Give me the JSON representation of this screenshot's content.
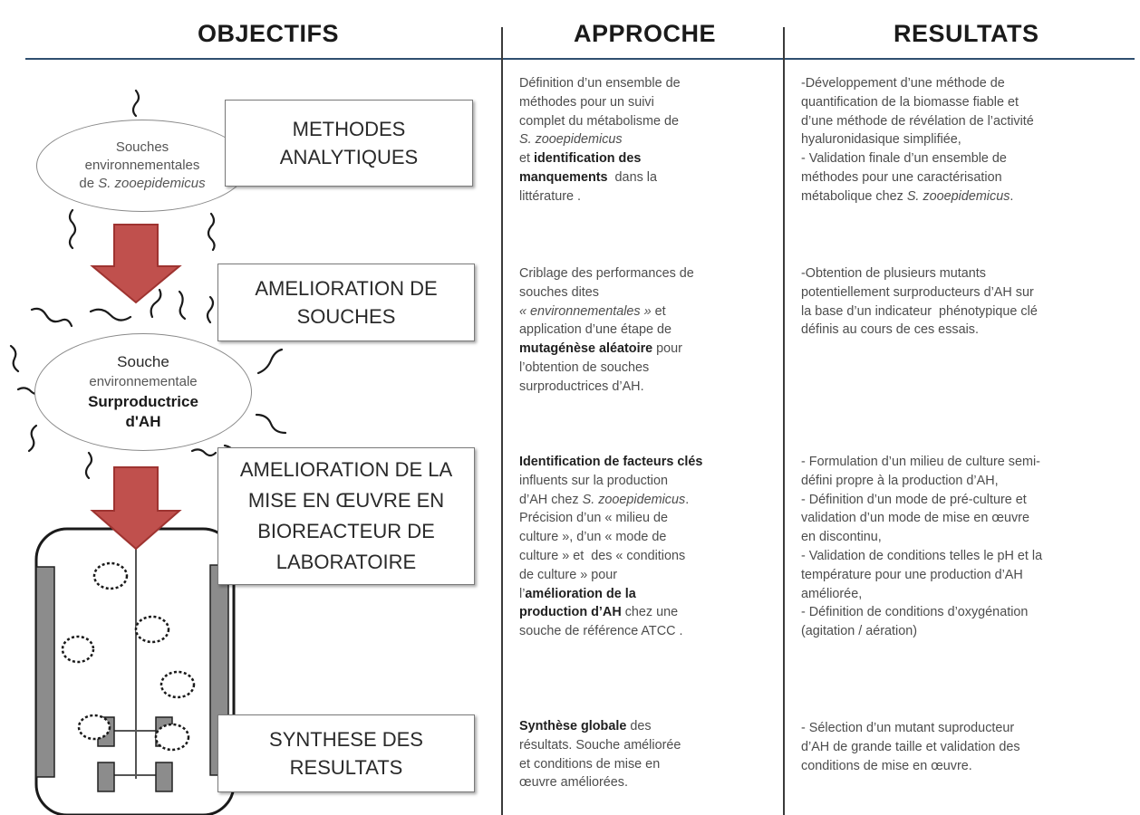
{
  "headers": {
    "objectifs": "OBJECTIFS",
    "approche": "APPROCHE",
    "resultats": "RESULTATS"
  },
  "boxes": {
    "methodes": [
      "METHODES",
      "ANALYTIQUES"
    ],
    "amelioration_souches": [
      "AMELIORATION DE",
      "SOUCHES"
    ],
    "mise_en_oeuvre": [
      "AMELIORATION DE LA",
      "MISE EN ŒUVRE EN",
      "BIOREACTEUR DE",
      "LABORATOIRE"
    ],
    "synthese": [
      "SYNTHESE DES",
      "RESULTATS"
    ]
  },
  "ellipses": {
    "souches_env": {
      "line1": "Souches",
      "line2": "environnementales",
      "line3_prefix": "de ",
      "line3_italic": "S. zooepidemicus"
    },
    "souche_sur": {
      "line1": "Souche",
      "line2": "environnementale",
      "line3": "Surproductrice",
      "line4": "d'AH"
    }
  },
  "approche": {
    "a1": {
      "l1": "Définition d’un ensemble de",
      "l2": "méthodes pour un suivi",
      "l3": "complet du métabolisme de",
      "l4_italic": "S. zooepidemicus",
      "l5_prefix": "et ",
      "l5_bold": "identification des",
      "l6_bold": "manquements",
      "l6_suffix": "  dans la",
      "l7": "littérature ."
    },
    "a2": {
      "l1": "Criblage des performances de",
      "l2": "souches dites",
      "l3_italic": "« environnementales »",
      "l3_suffix": " et",
      "l4": "application d’une étape de",
      "l5_bold": "mutagénèse aléatoire",
      "l5_suffix": " pour",
      "l6": "l’obtention de souches",
      "l7": "surproductrices d’AH."
    },
    "a3": {
      "l1_bold": "Identification de facteurs clés",
      "l2": "influents sur la production",
      "l3_prefix": "d’AH chez ",
      "l3_italic": "S. zooepidemicus",
      "l3_suffix": ".",
      "l4": "Précision d’un « milieu de",
      "l5": "culture », d’un « mode de",
      "l6": "culture » et  des « conditions",
      "l7": "de culture » pour",
      "l8_prefix": "l’",
      "l8_bold": "amélioration de la",
      "l9_bold": "production d’AH",
      "l9_suffix": " chez une",
      "l10": "souche de référence ATCC ."
    },
    "a4": {
      "l1_bold": "Synthèse globale",
      "l1_suffix": " des",
      "l2": "résultats. Souche améliorée",
      "l3": "et conditions de mise en",
      "l4": "œuvre améliorées."
    }
  },
  "resultats": {
    "r1": {
      "l1": "-Développement d’une méthode de",
      "l2": "quantification de la biomasse fiable et",
      "l3": "d’une méthode de révélation de l’activité",
      "l4": "hyaluronidasique simplifiée,",
      "l5": "- Validation finale d’un ensemble de",
      "l6": "méthodes pour une caractérisation",
      "l7_prefix": "métabolique chez ",
      "l7_italic": "S. zooepidemicus",
      "l7_suffix": "."
    },
    "r2": {
      "l1": "-Obtention de plusieurs mutants",
      "l2": "potentiellement surproducteurs d’AH sur",
      "l3": "la base d’un indicateur  phénotypique clé",
      "l4": "définis au cours de ces essais."
    },
    "r3": {
      "l1": "- Formulation d’un milieu de culture semi-",
      "l2": "défini propre à la production d’AH,",
      "l3": "- Définition d’un mode de pré-culture et",
      "l4": "validation d’un mode de mise en œuvre",
      "l5": "en discontinu,",
      "l6": "- Validation de conditions telles le pH et la",
      "l7": "température pour une production d’AH",
      "l8": "améliorée,",
      "l9": "- Définition de conditions d’oxygénation",
      "l10": "(agitation / aération)"
    },
    "r4": {
      "l1": "- Sélection d’un mutant suproducteur",
      "l2": "d’AH de grande taille et validation des",
      "l3": "conditions de mise en œuvre."
    }
  },
  "colors": {
    "arrow_fill": "#c0504d",
    "arrow_stroke": "#9e3330",
    "header_line": "#2f4f6f",
    "bar_fill": "#8c8c8c"
  }
}
